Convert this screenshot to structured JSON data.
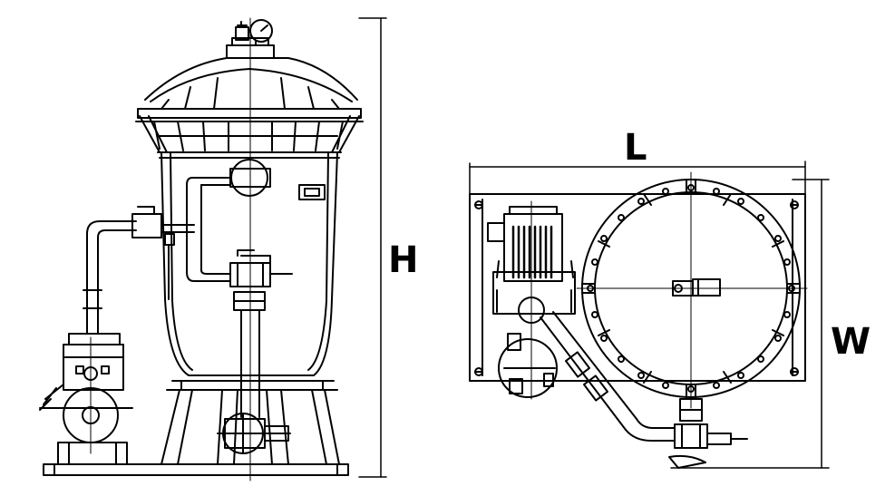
{
  "dimensions": {
    "height_label": "H",
    "length_label": "L",
    "width_label": "W"
  },
  "colors": {
    "line": "#000000",
    "background": "#ffffff"
  }
}
